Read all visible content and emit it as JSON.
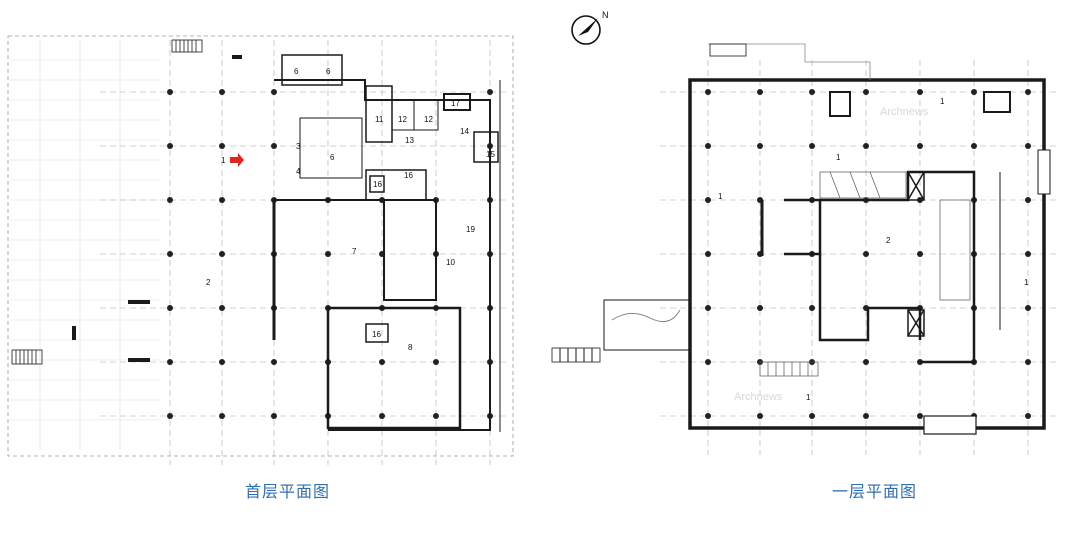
{
  "compass": {
    "north_label": "N"
  },
  "left_plan": {
    "caption": "首层平面图",
    "room_labels": [
      {
        "id": "r1",
        "text": "1"
      },
      {
        "id": "r2",
        "text": "2"
      },
      {
        "id": "r3",
        "text": "3"
      },
      {
        "id": "r4",
        "text": "4"
      },
      {
        "id": "r6a",
        "text": "6"
      },
      {
        "id": "r6b",
        "text": "6"
      },
      {
        "id": "r6c",
        "text": "6"
      },
      {
        "id": "r7",
        "text": "7"
      },
      {
        "id": "r8",
        "text": "8"
      },
      {
        "id": "r10",
        "text": "10"
      },
      {
        "id": "r11",
        "text": "11"
      },
      {
        "id": "r12a",
        "text": "12"
      },
      {
        "id": "r12b",
        "text": "12"
      },
      {
        "id": "r13",
        "text": "13"
      },
      {
        "id": "r14",
        "text": "14"
      },
      {
        "id": "r15",
        "text": "15"
      },
      {
        "id": "r16a",
        "text": "16"
      },
      {
        "id": "r16b",
        "text": "16"
      },
      {
        "id": "r16c",
        "text": "16"
      },
      {
        "id": "r17",
        "text": "17"
      },
      {
        "id": "r19",
        "text": "19"
      }
    ],
    "entrance_arrow_color": "#e0281e"
  },
  "right_plan": {
    "caption": "一层平面图",
    "room_labels": [
      {
        "id": "a1",
        "text": "1"
      },
      {
        "id": "a2",
        "text": "1"
      },
      {
        "id": "a3",
        "text": "1"
      },
      {
        "id": "a4",
        "text": "1"
      },
      {
        "id": "a5",
        "text": "1"
      },
      {
        "id": "b2",
        "text": "2"
      }
    ],
    "watermarks": [
      "Archnews",
      "Archnews"
    ]
  },
  "colors": {
    "caption": "#2f6fb3",
    "wall": "#1a1a1a",
    "grid": "#9a9a9a"
  }
}
